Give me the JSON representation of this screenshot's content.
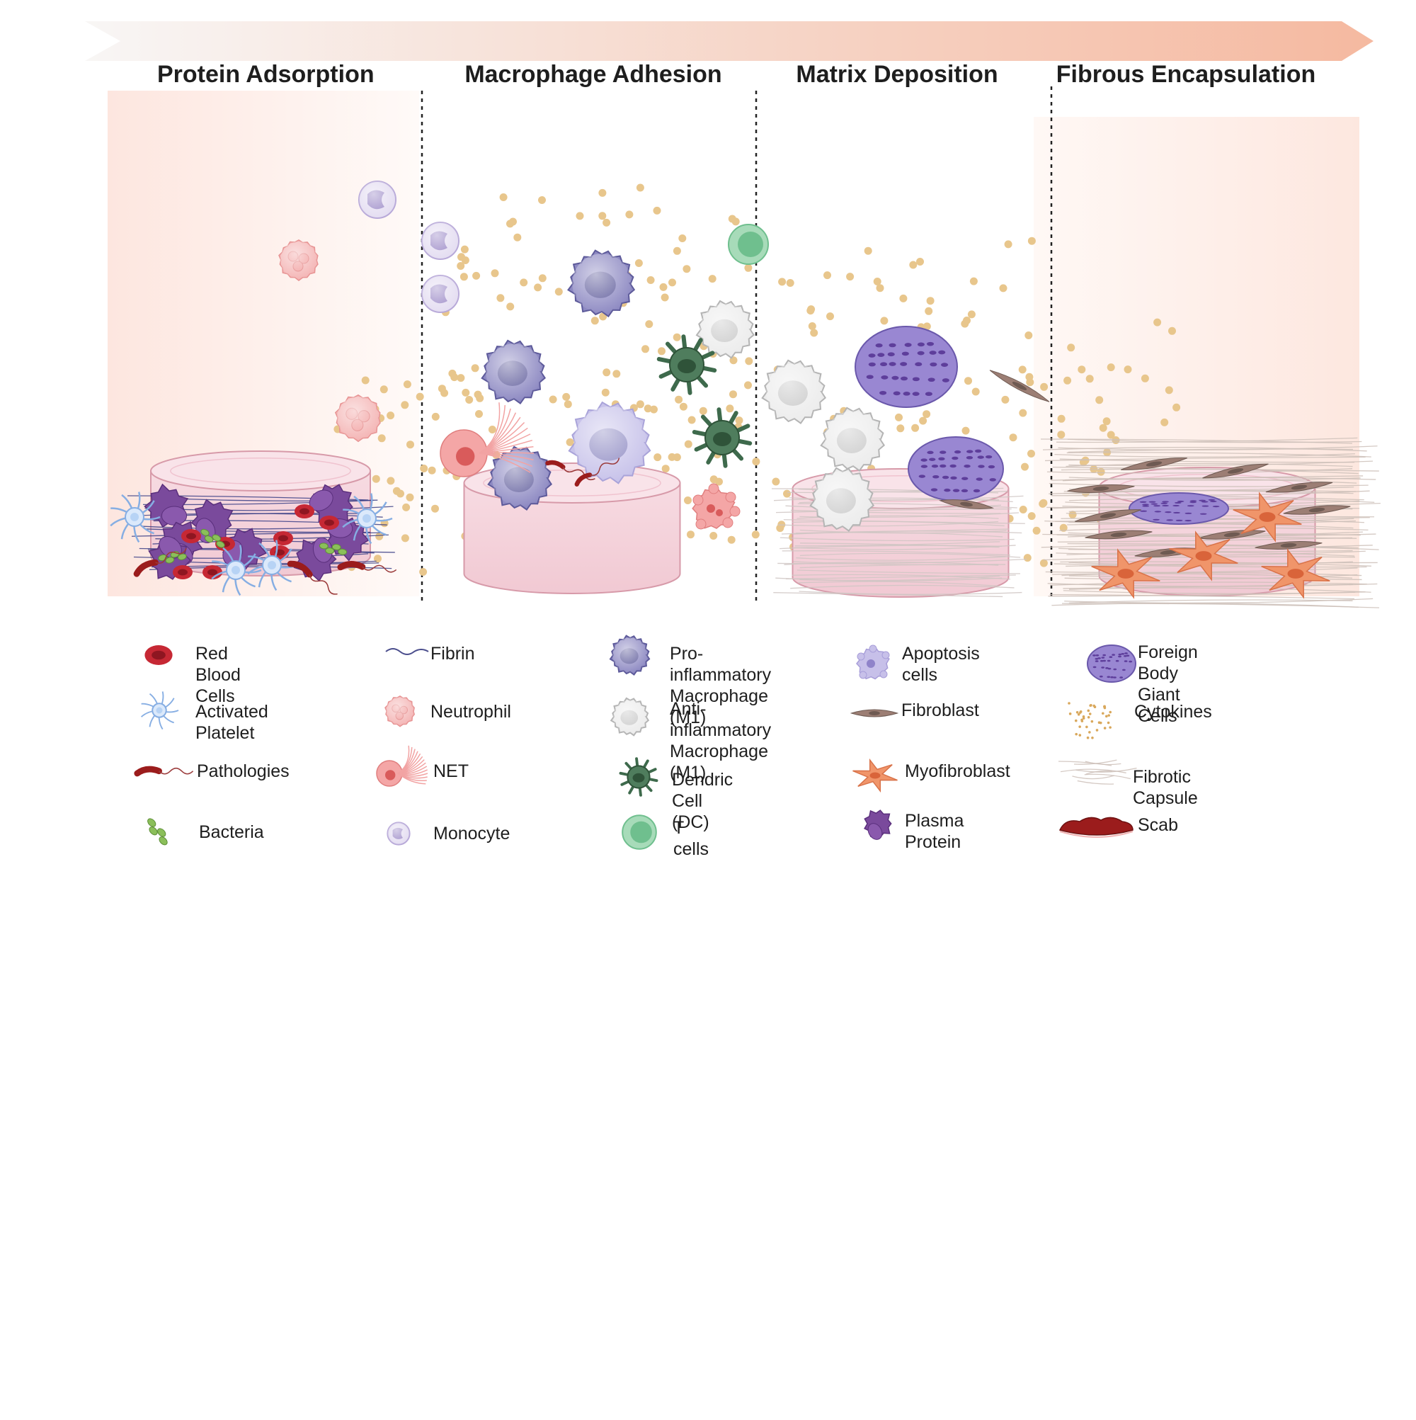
{
  "stages": [
    {
      "key": "protein",
      "label": "Protein Adsorption"
    },
    {
      "key": "macrophage",
      "label": "Macrophage Adhesion"
    },
    {
      "key": "matrix",
      "label": "Matrix Deposition"
    },
    {
      "key": "fibrous",
      "label": "Fibrous Encapsulation"
    }
  ],
  "legend": [
    {
      "label": "Red Blood Cells",
      "icon": "red-blood-cell-icon"
    },
    {
      "label": "Activated Platelet",
      "icon": "activated-platelet-icon"
    },
    {
      "label": "Pathologies",
      "icon": "pathologies-icon"
    },
    {
      "label": "Bacteria",
      "icon": "bacteria-icon"
    },
    {
      "label": "Fibrin",
      "icon": "fibrin-icon"
    },
    {
      "label": "Neutrophil",
      "icon": "neutrophil-icon"
    },
    {
      "label": "NET",
      "icon": "net-icon"
    },
    {
      "label": "Monocyte",
      "icon": "monocyte-icon"
    },
    {
      "label": "Pro-inflammatory\nMacrophage (M1)",
      "icon": "m1-macrophage-icon"
    },
    {
      "label": "Anti-inflammatory\nMacrophage (M1)",
      "icon": "anti-inflammatory-macrophage-icon"
    },
    {
      "label": "Dendric Cell (DC)",
      "icon": "dendritic-cell-icon"
    },
    {
      "label": "T cells",
      "icon": "t-cell-icon"
    },
    {
      "label": "Apoptosis cells",
      "icon": "apoptosis-cell-icon"
    },
    {
      "label": "Fibroblast",
      "icon": "fibroblast-icon"
    },
    {
      "label": "Myofibroblast",
      "icon": "myofibroblast-icon"
    },
    {
      "label": "Plasma Protein",
      "icon": "plasma-protein-icon"
    },
    {
      "label": "Foreign Body Giant Cells",
      "icon": "foreign-body-giant-cell-icon"
    },
    {
      "label": "Cytokines",
      "icon": "cytokines-icon"
    },
    {
      "label": "Fibrotic Capsule",
      "icon": "fibrotic-capsule-icon"
    },
    {
      "label": "Scab",
      "icon": "scab-icon"
    }
  ],
  "colors": {
    "arrow_start": "#f8f6f5",
    "arrow_end": "#f5b9a0",
    "rbc": "#c62834",
    "platelet": "#a9c8ef",
    "bacteria": "#8bbf5a",
    "fibrin": "#4a4d8c",
    "neutrophil": "#f2a3a3",
    "monocyte": "#9a88c6",
    "m1": "#7b77b5",
    "m2": "#d9d9d9",
    "dc": "#3e6a4c",
    "tcell": "#6fbf8e",
    "fibroblast": "#9c7e74",
    "myofibroblast": "#f0956a",
    "plasma_protein": "#7a4a9c",
    "fbgc": "#9680cc",
    "cytokine": "#e8c68c",
    "scab": "#9b1c1c",
    "implant": "#f5d6de"
  }
}
